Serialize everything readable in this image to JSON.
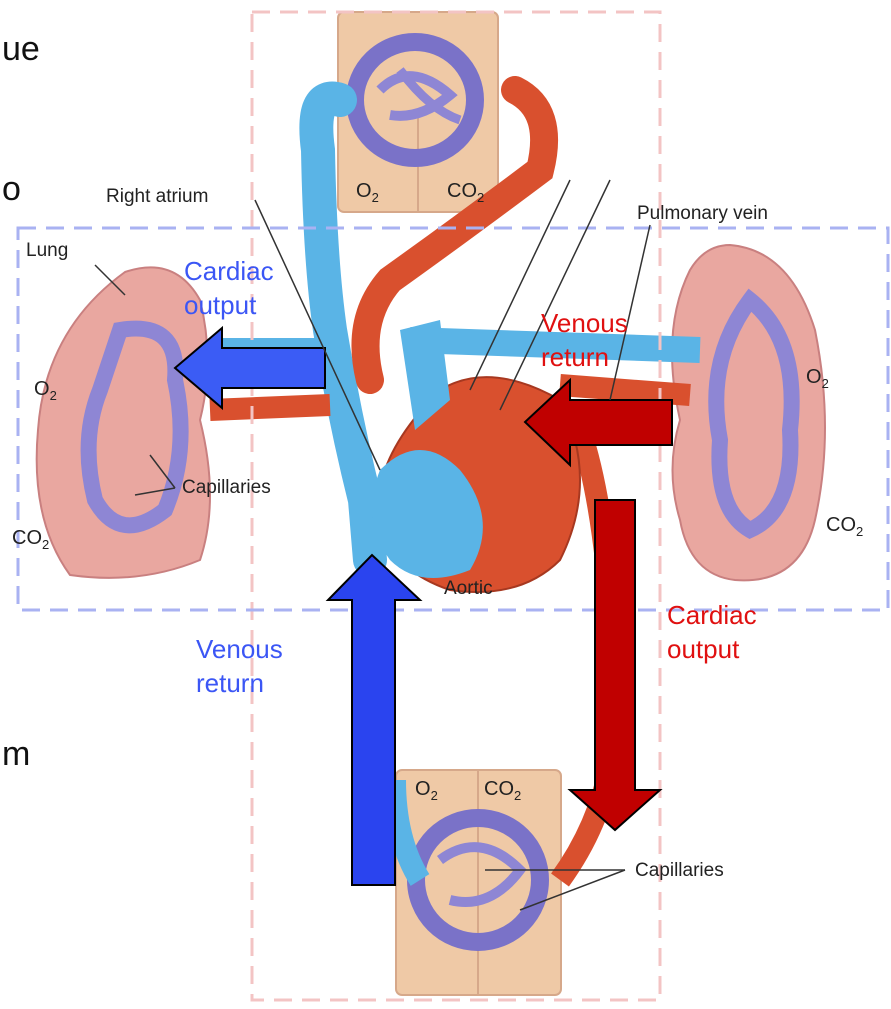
{
  "labels": {
    "right_atrium": "Right atrium",
    "pulmonary_vein": "Pulmonary vein",
    "lung": "Lung",
    "capillaries_lung": "Capillaries",
    "capillaries_body": "Capillaries",
    "aortic": "Aortic"
  },
  "annotations": {
    "cardiac_output_left_line1": "Cardiac",
    "cardiac_output_left_line2": "output",
    "venous_return_right_line1": "Venous",
    "venous_return_right_line2": "return",
    "venous_return_bottom_line1": "Venous",
    "venous_return_bottom_line2": "return",
    "cardiac_output_bottom_line1": "Cardiac",
    "cardiac_output_bottom_line2": "output"
  },
  "gases": {
    "o2": "O",
    "co2": "CO",
    "subscript": "2"
  },
  "fragments": {
    "top": "ue",
    "mid": "o",
    "bottom": "m"
  },
  "colors": {
    "oxygenated": "#d9502e",
    "deoxygenated": "#5ab4e6",
    "capillary": "#8e86d4",
    "tissue": "#efc9a6",
    "lung": "#e9a7a0",
    "arrow_blue": "#2a44ef",
    "arrow_red": "#c00000",
    "dashed_pink": "#f3c4c4",
    "dashed_blue": "#a9b2f2"
  }
}
